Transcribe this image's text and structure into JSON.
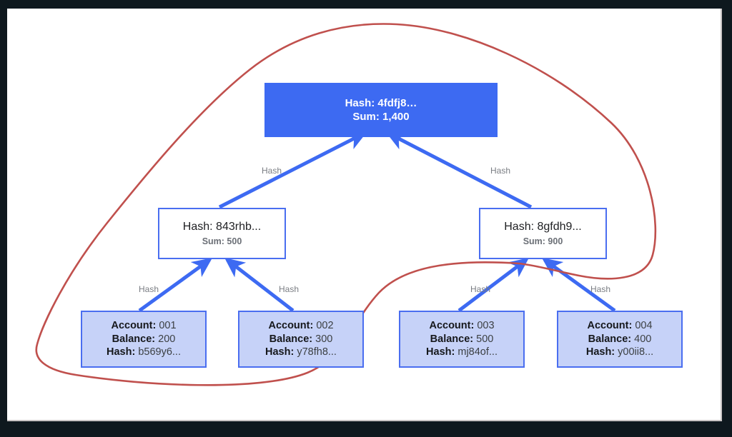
{
  "frame": {
    "background": "#0e181e",
    "canvas_background": "#ffffff"
  },
  "colors": {
    "root_fill": "#3d6af2",
    "branch_border": "#4a6ef0",
    "leaf_fill": "#c6d2f8",
    "arrow": "#3d6af2",
    "annotation": "#c0504d",
    "label_text": "#7a7d83"
  },
  "diagram": {
    "type": "merkle-tree",
    "root": {
      "hash_label": "Hash:",
      "hash_value": "4fdfj8…",
      "sum_label": "Sum:",
      "sum_value": "1,400",
      "line1": "Hash: 4fdfj8…",
      "line2": "Sum: 1,400"
    },
    "branches": [
      {
        "id": "branch-left",
        "hash_value": "843rhb...",
        "sum_value": "500",
        "line1": "Hash: 843rhb...",
        "line2": "Sum: 500"
      },
      {
        "id": "branch-right",
        "hash_value": "8gfdh9...",
        "sum_value": "900",
        "line1": "Hash: 8gfdh9...",
        "line2": "Sum: 900"
      }
    ],
    "leaves": [
      {
        "id": "leaf-001",
        "account_label": "Account:",
        "account_value": "001",
        "balance_label": "Balance:",
        "balance_value": "200",
        "hash_label": "Hash:",
        "hash_value": "b569y6..."
      },
      {
        "id": "leaf-002",
        "account_label": "Account:",
        "account_value": "002",
        "balance_label": "Balance:",
        "balance_value": "300",
        "hash_label": "Hash:",
        "hash_value": "y78fh8..."
      },
      {
        "id": "leaf-003",
        "account_label": "Account:",
        "account_value": "003",
        "balance_label": "Balance:",
        "balance_value": "500",
        "hash_label": "Hash:",
        "hash_value": "mj84of..."
      },
      {
        "id": "leaf-004",
        "account_label": "Account:",
        "account_value": "004",
        "balance_label": "Balance:",
        "balance_value": "400",
        "hash_label": "Hash:",
        "hash_value": "y00ii8..."
      }
    ],
    "edge_labels": [
      {
        "id": "edge-label-root-left",
        "text": "Hash"
      },
      {
        "id": "edge-label-root-right",
        "text": "Hash"
      },
      {
        "id": "edge-label-left-001",
        "text": "Hash"
      },
      {
        "id": "edge-label-left-002",
        "text": "Hash"
      },
      {
        "id": "edge-label-right-003",
        "text": "Hash"
      },
      {
        "id": "edge-label-right-004",
        "text": "Hash"
      }
    ],
    "annotation": {
      "id": "red-lasso",
      "shape": "closed-freehand-loop",
      "color": "#c0504d",
      "encloses": [
        "root",
        "branch-left",
        "leaf-001",
        "leaf-002"
      ]
    }
  }
}
